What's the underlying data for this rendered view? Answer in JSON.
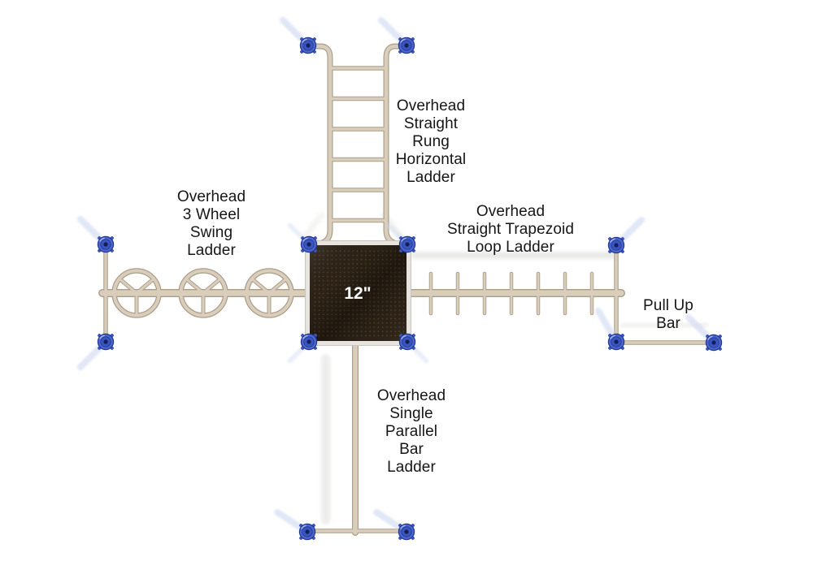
{
  "labels": {
    "top_ladder": "Overhead\nStraight\nRung\nHorizontal\nLadder",
    "left_ladder": "Overhead\n3 Wheel\nSwing\nLadder",
    "right_ladder": "Overhead\nStraight Trapezoid\nLoop Ladder",
    "bottom_ladder": "Overhead\nSingle\nParallel\nBar\nLadder",
    "pull_up_bar": "Pull Up\nBar"
  },
  "platform": {
    "label": "12\""
  },
  "structure": {
    "top_ladder_rungs": 6,
    "swing_wheels": 3,
    "trapezoid_loops": 7,
    "blue_posts": 13
  },
  "colors": {
    "background": "#ffffff",
    "tube": "#d9cebc",
    "tube_edge": "#ab9d88",
    "deck_edge": "#e7e4df",
    "deck_edge_border": "#c8c4be",
    "platform": "#2c2216",
    "platform_dots": "#57432b",
    "post_outer": "#4a67cf",
    "post_mid": "#3b55c0",
    "post_dark": "#25358f",
    "post_center": "#141f55",
    "label_text": "#161616",
    "platform_label": "#ffffff",
    "streak": "#ccd7f0",
    "shadow": "#dfdfda"
  }
}
